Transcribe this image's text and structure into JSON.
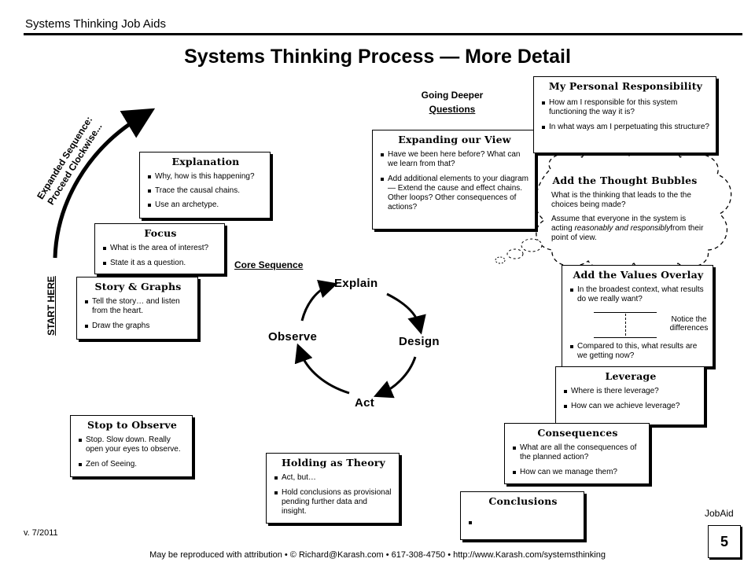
{
  "header": {
    "label": "Systems Thinking Job Aids",
    "title": "Systems Thinking Process — More Detail"
  },
  "side": {
    "expanded_line1": "Expanded Sequence:",
    "expanded_line2": "Proceed Clockwise...",
    "start_here": "START HERE"
  },
  "core": {
    "label": "Core Sequence",
    "explain": "Explain",
    "design": "Design",
    "act": "Act",
    "observe": "Observe"
  },
  "going_deeper": {
    "line1": "Going Deeper",
    "line2": "Questions"
  },
  "boxes": {
    "story": {
      "title": "Story & Graphs",
      "items": [
        "Tell the story… and listen from the heart.",
        "Draw the graphs"
      ]
    },
    "focus": {
      "title": "Focus",
      "items": [
        "What is the area of interest?",
        "State it as a question."
      ]
    },
    "explanation": {
      "title": "Explanation",
      "items": [
        "Why, how is this happening?",
        "Trace the causal chains.",
        "Use an archetype."
      ]
    },
    "expanding": {
      "title": "Expanding our View",
      "items": [
        "Have we been here before? What can we learn from that?",
        "Add additional elements to your diagram — Extend the cause and effect chains. Other loops? Other consequences of actions?"
      ]
    },
    "personal": {
      "title": "My Personal Responsibility",
      "items": [
        "How am I responsible for this system functioning the way it is?",
        "In what ways am I perpetuating this structure?"
      ]
    },
    "bubbles": {
      "title": "Add the Thought Bubbles",
      "item1": "What is the thinking that leads to the the choices being made?",
      "item2_a": "Assume that everyone in the system is acting ",
      "item2_b": "reasonably and responsibly",
      "item2_c": "from their point of view."
    },
    "values": {
      "title": "Add the Values Overlay",
      "item1": "In the broadest context, what results do we really want?",
      "notice": "Notice the differences",
      "item2": "Compared to this, what results are we getting now?"
    },
    "leverage": {
      "title": "Leverage",
      "items": [
        "Where is there leverage?",
        "How can we achieve leverage?"
      ]
    },
    "consequences": {
      "title": "Consequences",
      "items": [
        "What are all the consequences of the planned action?",
        "How can we manage them?"
      ]
    },
    "conclusions": {
      "title": "Conclusions",
      "items": [
        ""
      ]
    },
    "holding": {
      "title": "Holding as Theory",
      "items": [
        "Act, but…",
        "Hold conclusions as provisional pending further data and insight."
      ]
    },
    "stop": {
      "title": "Stop to Observe",
      "items": [
        "Stop. Slow down. Really open your eyes to observe.",
        "Zen of Seeing."
      ]
    }
  },
  "footer": {
    "version": "v. 7/2011",
    "jobaid": "JobAid",
    "page_number": "5",
    "attribution": "May be reproduced with attribution • © Richard@Karash.com • 617-308-4750 • http://www.Karash.com/systemsthinking"
  }
}
